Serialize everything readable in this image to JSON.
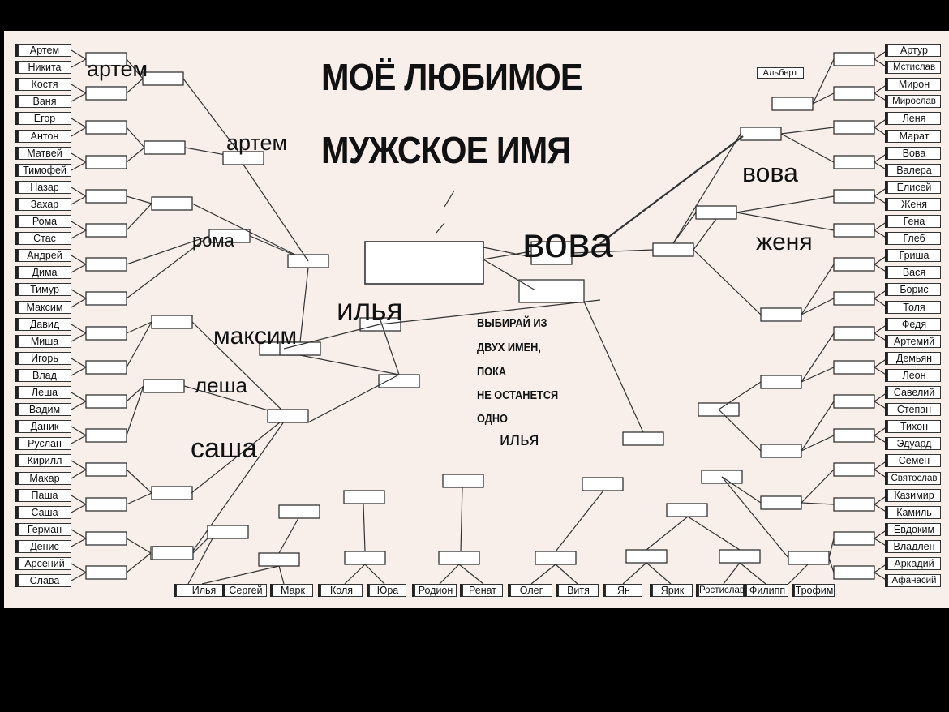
{
  "title": {
    "line1": "МОЁ ЛЮБИМОЕ",
    "line2": "МУЖСКОЕ ИМЯ"
  },
  "instruction": [
    "ВЫБИРАЙ ИЗ",
    "ДВУХ ИМЕН,",
    "ПОКА",
    "НЕ ОСТАНЕТСЯ",
    "ОДНО"
  ],
  "names_left": [
    "Артем",
    "Никита",
    "Костя",
    "Ваня",
    "Егор",
    "Антон",
    "Матвей",
    "Тимофей",
    "Назар",
    "Захар",
    "Рома",
    "Стас",
    "Андрей",
    "Дима",
    "Тимур",
    "Максим",
    "Давид",
    "Миша",
    "Игорь",
    "Влад",
    "Леша",
    "Вадим",
    "Даник",
    "Руслан",
    "Кирилл",
    "Макар",
    "Паша",
    "Саша",
    "Герман",
    "Денис",
    "Арсений",
    "Слава"
  ],
  "names_right": [
    "Артур",
    "Мстислав",
    "Мирон",
    "Мирослав",
    "Леня",
    "Марат",
    "Вова",
    "Валера",
    "Елисей",
    "Женя",
    "Гена",
    "Глеб",
    "Гриша",
    "Вася",
    "Борис",
    "Толя",
    "Федя",
    "Артемий",
    "Демьян",
    "Леон",
    "Савелий",
    "Степан",
    "Тихон",
    "Эдуард",
    "Семен",
    "Святослав",
    "Казимир",
    "Камиль",
    "Евдоким",
    "Владлен",
    "Аркадий",
    "Афанасий"
  ],
  "names_bottom": [
    "Илья",
    "Сергей",
    "Марк",
    "Коля",
    "Юра",
    "Родион",
    "Ренат",
    "Олег",
    "Витя",
    "Ян",
    "Ярик",
    "Ростислав",
    "Филипп",
    "Трофим"
  ],
  "extra_name": "Альберт",
  "handwritten": {
    "artem1": "артем",
    "artem2": "артем",
    "roma": "рома",
    "maksim": "максим",
    "lesha": "леша",
    "sasha": "саша",
    "ilya1": "илья",
    "ilya2": "илья",
    "vova_winner": "вова",
    "vova2": "вова",
    "zhenya": "женя"
  }
}
